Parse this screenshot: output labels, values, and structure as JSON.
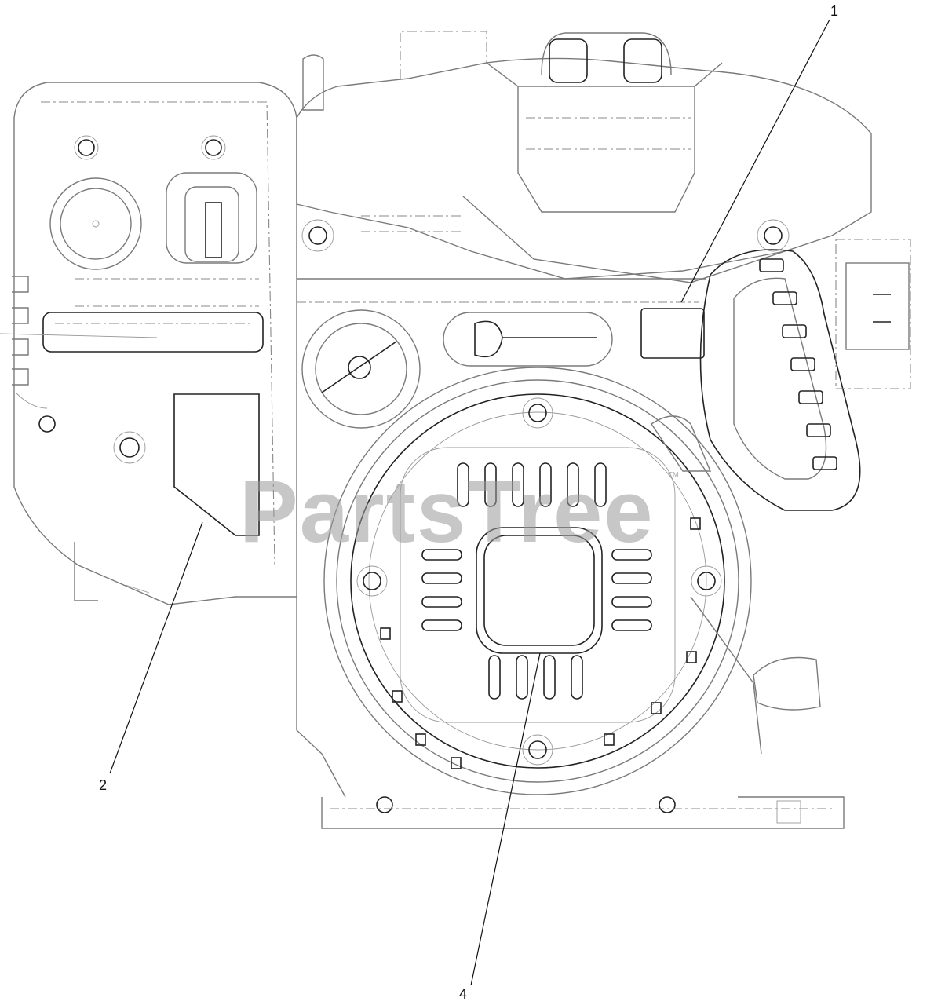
{
  "diagram": {
    "callouts": [
      {
        "id": "1",
        "label": "1"
      },
      {
        "id": "2",
        "label": "2"
      },
      {
        "id": "4",
        "label": "4"
      }
    ],
    "watermark": "PartsTree",
    "watermark_mark": "™"
  },
  "colors": {
    "line": "#7a7a7a",
    "dark_line": "#222222",
    "watermark": "#9a9a9a",
    "background": "#ffffff"
  }
}
